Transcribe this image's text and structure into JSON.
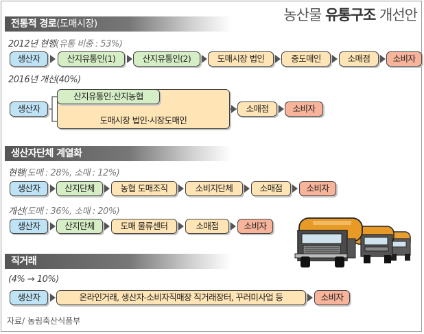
{
  "title": {
    "light": "농산물",
    "bold": "유통구조",
    "tail": "개선안"
  },
  "section1": {
    "head": "전통적 경로",
    "head_ext": "(도매시장)",
    "row2012": {
      "label": "2012년 현행",
      "note": "(유통 비중 : 53%)",
      "boxes": [
        "생산자",
        "산지유통인(1)",
        "산지유통인(2)",
        "도매시장 법인",
        "중도매인",
        "소매점",
        "소비자"
      ]
    },
    "row2016": {
      "label": "2016년 개선(40%)",
      "producer": "생산자",
      "upper": "산지유통인·산지농협",
      "lower": "도매시장 법인·시장도매인",
      "retail": "소매점",
      "consumer": "소비자"
    }
  },
  "section2": {
    "head": "생산자단체 계열화",
    "current": {
      "label": "현행",
      "note": "(도매 : 28%, 소매 : 12%)",
      "boxes": [
        "생산자",
        "산지단체",
        "농협 도매조직",
        "소비지단체",
        "소매점",
        "소비자"
      ]
    },
    "improved": {
      "label": "개선",
      "note": "(도매 : 36%, 소매 : 20%)",
      "boxes": [
        "생산자",
        "산지단체",
        "도매 물류센터",
        "소매점",
        "소비자"
      ]
    }
  },
  "section3": {
    "head": "직거래",
    "note": "(4% → 10%)",
    "boxes": [
      "생산자",
      "온라인거래, 생산자-소비자직매장 직거래장터, 꾸러미사업 등",
      "소비자"
    ]
  },
  "source": "자료/ 농림축산식품부",
  "colors": {
    "producer": "#bfe3f4",
    "intermediary": "#d6eec5",
    "wholesale": "#ffe4b5",
    "consumer": "#f8b49a",
    "truck_cargo": "#e79a26"
  },
  "illustration": "truck-convoy-icon"
}
